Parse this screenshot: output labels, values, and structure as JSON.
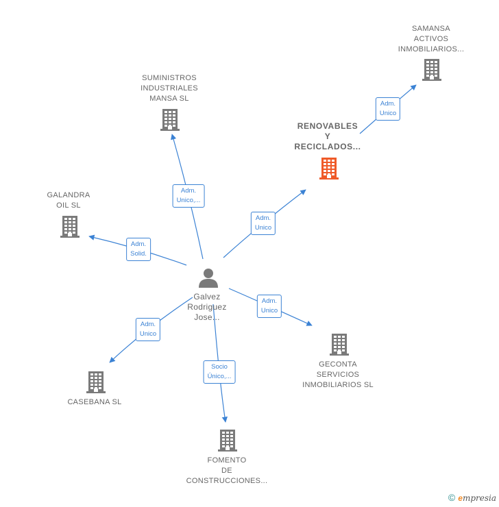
{
  "colors": {
    "edge": "#3b82d4",
    "building": "#7a7a7a",
    "building_highlight": "#ef5a28",
    "person": "#7a7a7a"
  },
  "person": {
    "name_lines": [
      "Galvez",
      "Rodriguez",
      "Jose..."
    ]
  },
  "companies": [
    {
      "id": "samansa",
      "lines": [
        "SAMANSA",
        "ACTIVOS",
        "INMOBILIARIOS..."
      ],
      "highlight": false
    },
    {
      "id": "suministros",
      "lines": [
        "SUMINISTROS",
        "INDUSTRIALES",
        "MANSA SL"
      ],
      "highlight": false
    },
    {
      "id": "renovables",
      "lines": [
        "RENOVABLES",
        "Y",
        "RECICLADOS..."
      ],
      "highlight": true
    },
    {
      "id": "galandra",
      "lines": [
        "GALANDRA",
        "OIL SL"
      ],
      "highlight": false
    },
    {
      "id": "geconta",
      "lines": [
        "GECONTA",
        "SERVICIOS",
        "INMOBILIARIOS SL"
      ],
      "highlight": false
    },
    {
      "id": "casebana",
      "lines": [
        "CASEBANA SL"
      ],
      "highlight": false
    },
    {
      "id": "fomento",
      "lines": [
        "FOMENTO",
        "DE",
        "CONSTRUCCIONES..."
      ],
      "highlight": false
    }
  ],
  "relations": [
    {
      "id": "rel-samansa",
      "lines": [
        "Adm.",
        "Unico"
      ]
    },
    {
      "id": "rel-suministros",
      "lines": [
        "Adm.",
        "Unico,..."
      ]
    },
    {
      "id": "rel-renovables",
      "lines": [
        "Adm.",
        "Unico"
      ]
    },
    {
      "id": "rel-galandra",
      "lines": [
        "Adm.",
        "Solid."
      ]
    },
    {
      "id": "rel-geconta",
      "lines": [
        "Adm.",
        "Unico"
      ]
    },
    {
      "id": "rel-casebana",
      "lines": [
        "Adm.",
        "Unico"
      ]
    },
    {
      "id": "rel-fomento",
      "lines": [
        "Socio",
        "Único,..."
      ]
    }
  ],
  "footer": {
    "copyright_symbol": "©",
    "brand_initial": "e",
    "brand_rest": "mpresia"
  }
}
